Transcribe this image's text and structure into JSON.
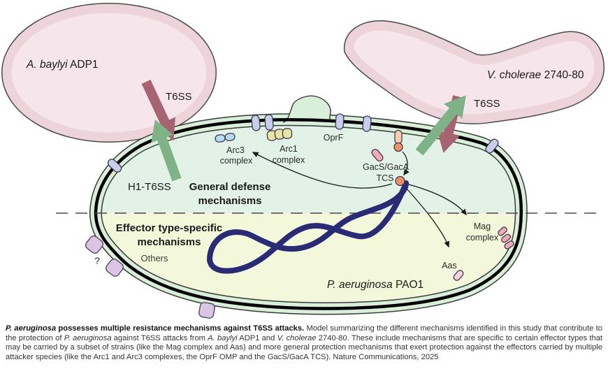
{
  "figure": {
    "cells": {
      "a_baylyi": {
        "name_italic": "A. baylyi",
        "name_rest": " ADP1"
      },
      "v_cholerae": {
        "name_italic": "V. cholerae",
        "name_rest": " 2740-80"
      },
      "p_aeruginosa": {
        "name_italic": "P. aeruginosa",
        "name_rest": " PAO1"
      }
    },
    "labels": {
      "t6ss_left": "T6SS",
      "t6ss_right": "T6SS",
      "h1_t6ss": "H1-T6SS",
      "general_defense_line1": "General defense",
      "general_defense_line2": "mechanisms",
      "effector_line1": "Effector type-specific",
      "effector_line2": "mechanisms",
      "others": "Others",
      "unknown": "?",
      "oprf": "OprF",
      "arc3_line1": "Arc3",
      "arc3_line2": "complex",
      "arc1_line1": "Arc1",
      "arc1_line2": "complex",
      "gacs_gaca": "GacS/GacA",
      "tcs": "TCS",
      "mag_line1": "Mag",
      "mag_line2": "complex",
      "aas": "Aas"
    },
    "colors": {
      "attacker_fill": "#f6e5ea",
      "attacker_ring": "#ecd4da",
      "attacker_outline": "#4a4a4a",
      "cell_ring_green": "#d9efd9",
      "cytoplasm_top": "#e2f2e7",
      "cytoplasm_bottom": "#f4f8da",
      "membrane_black": "#000000",
      "cell_outline": "#3a3a3a",
      "dna_navy": "#2b2a75",
      "attack_arrow_maroon": "#a66472",
      "defense_arrow_green": "#7fb287",
      "omp_lavender": "#c9cdeb",
      "arc3_blue": "#badcf0",
      "arc1_yellow": "#e8e5a4",
      "gacs_peach": "#f7ceb0",
      "gacs_orange": "#ef9166",
      "mag_pink": "#f2a9ba",
      "pink_pill": "#f3aaba",
      "aas_pink": "#f9cede",
      "unknown_purple": "#dbc5e5"
    }
  },
  "caption": {
    "segments": [
      {
        "text": "P. aeruginosa",
        "style": "bold-italic"
      },
      {
        "text": " possesses multiple resistance mechanisms against T6SS attacks. ",
        "style": "bold"
      },
      {
        "text": "Model summarizing the different mechanisms identified in this study that contribute to the protection of ",
        "style": "normal"
      },
      {
        "text": "P. aeruginosa",
        "style": "italic"
      },
      {
        "text": " against T6SS attacks from ",
        "style": "normal"
      },
      {
        "text": "A. baylyi",
        "style": "italic"
      },
      {
        "text": " ADP1 and ",
        "style": "normal"
      },
      {
        "text": "V. cholerae",
        "style": "italic"
      },
      {
        "text": " 2740-80. These include mechanisms that are specific to certain effector types that may be carried by a subset of strains (like the Mag complex and Aas) and more general protection mechanisms that exert protection against the effectors carried by multiple attacker species (like the Arc1 and Arc3 complexes, the OprF OMP and the GacS/GacA TCS). Nature Communications, 2025",
        "style": "normal"
      }
    ]
  }
}
